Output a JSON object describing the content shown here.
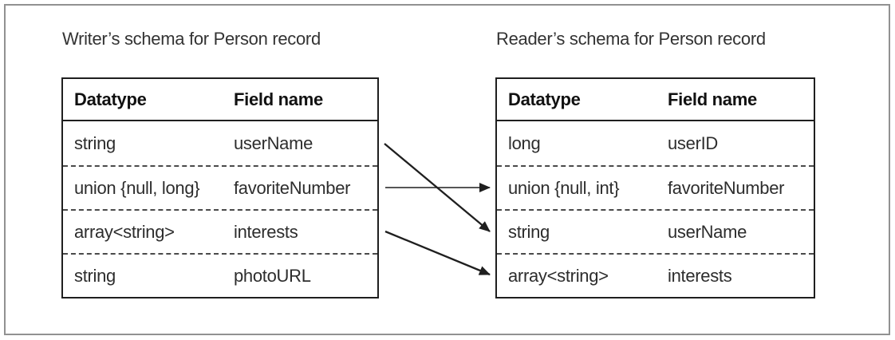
{
  "figure": {
    "writer": {
      "title": "Writer’s schema for Person record",
      "headers": [
        "Datatype",
        "Field name"
      ],
      "rows": [
        {
          "datatype": "string",
          "field": "userName"
        },
        {
          "datatype": "union {null, long}",
          "field": "favoriteNumber"
        },
        {
          "datatype": "array<string>",
          "field": "interests"
        },
        {
          "datatype": "string",
          "field": "photoURL"
        }
      ]
    },
    "reader": {
      "title": "Reader’s schema for Person record",
      "headers": [
        "Datatype",
        "Field name"
      ],
      "rows": [
        {
          "datatype": "long",
          "field": "userID"
        },
        {
          "datatype": "union {null, int}",
          "field": "favoriteNumber"
        },
        {
          "datatype": "string",
          "field": "userName"
        },
        {
          "datatype": "array<string>",
          "field": "interests"
        }
      ]
    },
    "arrows": [
      {
        "field": "userName",
        "from_writer_row": 1,
        "to_reader_row": 3
      },
      {
        "field": "favoriteNumber",
        "from_writer_row": 2,
        "to_reader_row": 2
      },
      {
        "field": "interests",
        "from_writer_row": 3,
        "to_reader_row": 4
      }
    ],
    "colors": {
      "table_border": "#1f1f1f",
      "row_divider": "#4a4a4a",
      "outer_frame": "#919191",
      "text": "#2d2d2d",
      "arrow": "#1f1f1f",
      "background": "#ffffff"
    }
  }
}
